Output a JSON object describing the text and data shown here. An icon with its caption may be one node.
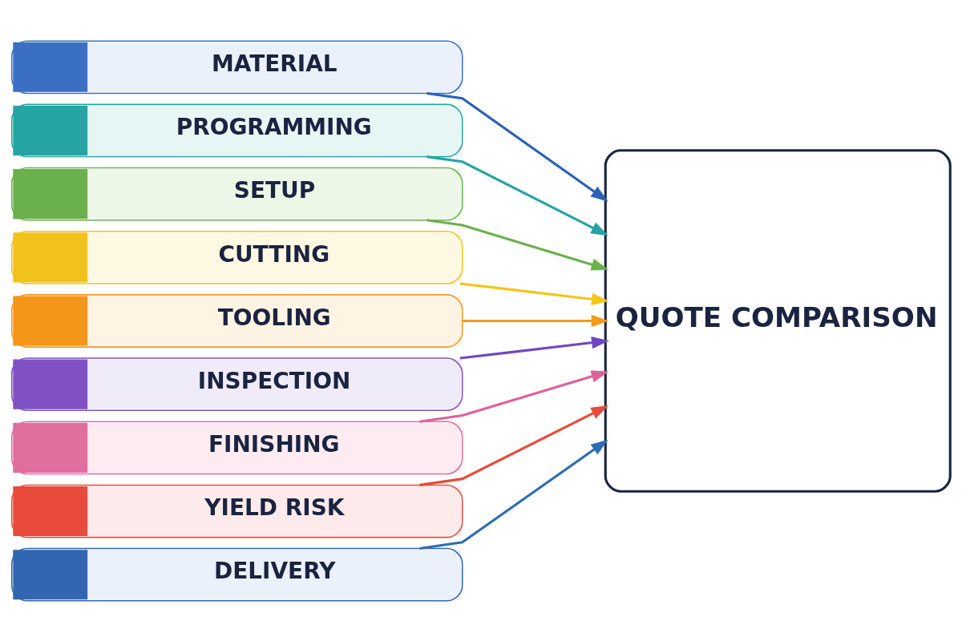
{
  "diagram": {
    "nodes": [
      {
        "text": [
          "MATERIAL"
        ]
      },
      {
        "text": [
          "PROGRAMMING"
        ]
      },
      {
        "text": [
          "SETUP"
        ]
      },
      {
        "text": [
          "CUTTING"
        ]
      },
      {
        "text": [
          "TOOLING"
        ]
      },
      {
        "text": [
          "INSPECTION"
        ]
      },
      {
        "text": [
          "FINISHING"
        ]
      },
      {
        "text": [
          "YIELD RISK"
        ]
      },
      {
        "text": [
          "DELIVERY"
        ]
      },
      {
        "text": [
          "QUOTE COMPARISON"
        ]
      }
    ],
    "edges": [
      {
        "from": 0,
        "to": 9,
        "arrow": "to",
        "color": "#2b5fb8"
      },
      {
        "from": 1,
        "to": 9,
        "arrow": "to",
        "color": "#26a3a3"
      },
      {
        "from": 2,
        "to": 9,
        "arrow": "to",
        "color": "#6ab04c"
      },
      {
        "from": 3,
        "to": 9,
        "arrow": "to",
        "color": "#f5c518"
      },
      {
        "from": 4,
        "to": 9,
        "arrow": "to",
        "color": "#f59a1b"
      },
      {
        "from": 5,
        "to": 9,
        "arrow": "to",
        "color": "#7048c0"
      },
      {
        "from": 6,
        "to": 9,
        "arrow": "to",
        "color": "#e0609a"
      },
      {
        "from": 7,
        "to": 9,
        "arrow": "to",
        "color": "#e84a3c"
      },
      {
        "from": 8,
        "to": 9,
        "arrow": "to",
        "color": "#2e6cb5"
      }
    ]
  }
}
